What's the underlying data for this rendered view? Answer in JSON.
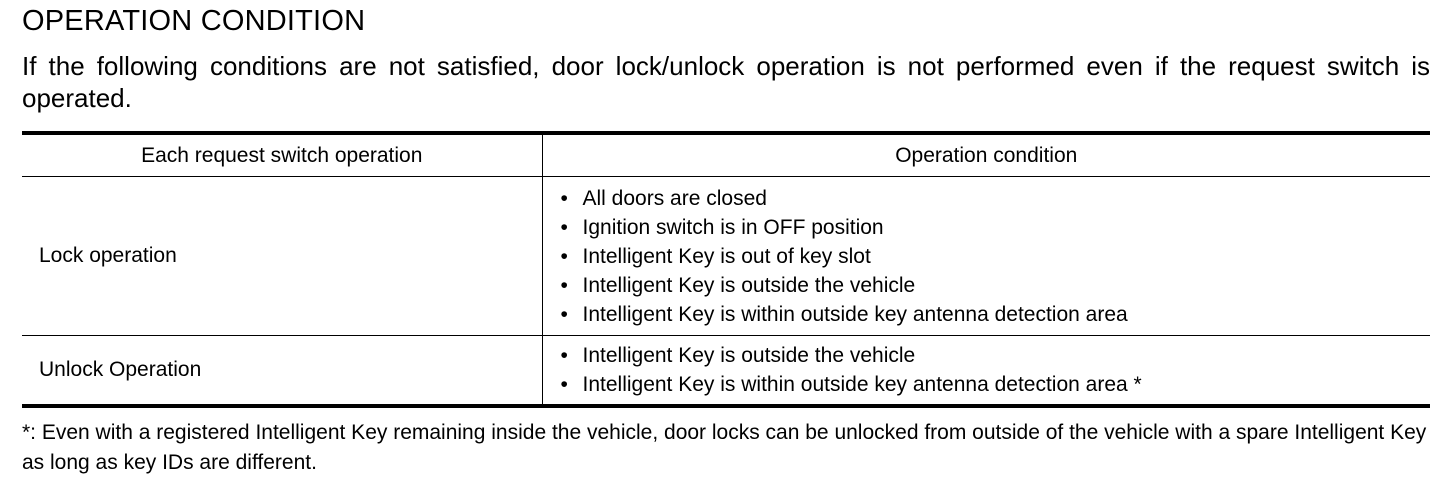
{
  "heading": "OPERATION CONDITION",
  "intro": "If the following conditions are not satisfied, door lock/unlock operation is not performed even if the request switch is operated.",
  "table": {
    "headers": [
      "Each request switch operation",
      "Operation condition"
    ],
    "rows": [
      {
        "operation": "Lock operation",
        "conditions": [
          "All doors are closed",
          "Ignition switch is in OFF position",
          "Intelligent Key is out of key slot",
          "Intelligent Key is outside the vehicle",
          "Intelligent Key is within outside key antenna detection area"
        ]
      },
      {
        "operation": "Unlock Operation",
        "conditions": [
          "Intelligent Key is outside the vehicle",
          "Intelligent Key is within outside key antenna detection area *"
        ]
      }
    ]
  },
  "bullet_glyph": "•",
  "footnote": "*: Even with a registered Intelligent Key remaining inside the vehicle, door locks can be unlocked from outside of the vehicle with a spare Intelligent Key as long as key IDs are different."
}
